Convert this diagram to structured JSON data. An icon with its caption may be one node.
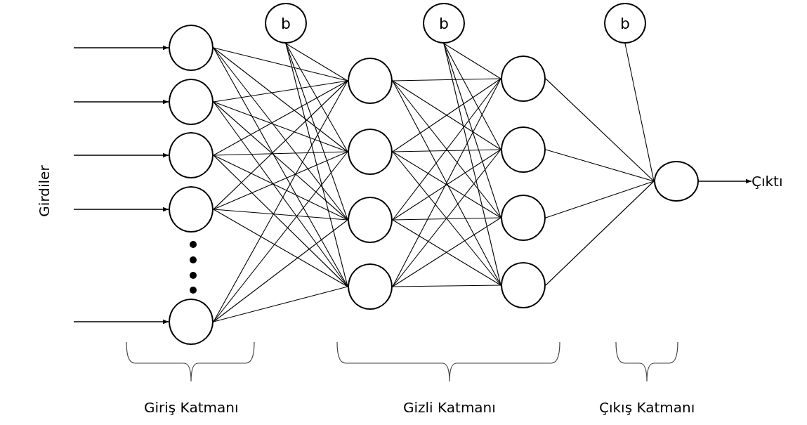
{
  "diagram": {
    "nodes": [
      {
        "text": [],
        "shape": "circle"
      },
      {
        "text": [],
        "shape": "circle"
      },
      {
        "text": [],
        "shape": "circle"
      },
      {
        "text": [],
        "shape": "circle"
      },
      {
        "text": [],
        "shape": "circle"
      },
      {
        "text": [
          "b"
        ]
      },
      {
        "text": [],
        "shape": "circle"
      },
      {
        "text": [],
        "shape": "circle"
      },
      {
        "text": [],
        "shape": "circle"
      },
      {
        "text": [],
        "shape": "circle"
      },
      {
        "text": [
          "b"
        ]
      },
      {
        "text": [],
        "shape": "circle"
      },
      {
        "text": [],
        "shape": "circle"
      },
      {
        "text": [],
        "shape": "circle"
      },
      {
        "text": [],
        "shape": "circle"
      },
      {
        "text": [
          "b"
        ]
      },
      {
        "text": [],
        "shape": "circle"
      },
      {
        "text": [
          "Çıktı"
        ]
      }
    ],
    "edges": [
      {
        "from": null,
        "to": 0,
        "arrow": "to"
      },
      {
        "from": null,
        "to": 1,
        "arrow": "to"
      },
      {
        "from": null,
        "to": 2,
        "arrow": "to"
      },
      {
        "from": null,
        "to": 3,
        "arrow": "to"
      },
      {
        "from": null,
        "to": 4,
        "arrow": "to"
      },
      {
        "from": 0,
        "to": 6,
        "arrow": "none"
      },
      {
        "from": 0,
        "to": 7,
        "arrow": "none"
      },
      {
        "from": 0,
        "to": 8,
        "arrow": "none"
      },
      {
        "from": 0,
        "to": 9,
        "arrow": "none"
      },
      {
        "from": 1,
        "to": 6,
        "arrow": "none"
      },
      {
        "from": 1,
        "to": 7,
        "arrow": "none"
      },
      {
        "from": 1,
        "to": 8,
        "arrow": "none"
      },
      {
        "from": 1,
        "to": 9,
        "arrow": "none"
      },
      {
        "from": 2,
        "to": 6,
        "arrow": "none"
      },
      {
        "from": 2,
        "to": 7,
        "arrow": "none"
      },
      {
        "from": 2,
        "to": 8,
        "arrow": "none"
      },
      {
        "from": 2,
        "to": 9,
        "arrow": "none"
      },
      {
        "from": 3,
        "to": 6,
        "arrow": "none"
      },
      {
        "from": 3,
        "to": 7,
        "arrow": "none"
      },
      {
        "from": 3,
        "to": 8,
        "arrow": "none"
      },
      {
        "from": 3,
        "to": 9,
        "arrow": "none"
      },
      {
        "from": 4,
        "to": 6,
        "arrow": "none"
      },
      {
        "from": 4,
        "to": 7,
        "arrow": "none"
      },
      {
        "from": 4,
        "to": 8,
        "arrow": "none"
      },
      {
        "from": 4,
        "to": 9,
        "arrow": "none"
      },
      {
        "from": 5,
        "to": 6,
        "arrow": "none"
      },
      {
        "from": 5,
        "to": 7,
        "arrow": "none"
      },
      {
        "from": 5,
        "to": 8,
        "arrow": "none"
      },
      {
        "from": 5,
        "to": 9,
        "arrow": "none"
      },
      {
        "from": 6,
        "to": 11,
        "arrow": "none"
      },
      {
        "from": 6,
        "to": 12,
        "arrow": "none"
      },
      {
        "from": 6,
        "to": 13,
        "arrow": "none"
      },
      {
        "from": 6,
        "to": 14,
        "arrow": "none"
      },
      {
        "from": 7,
        "to": 11,
        "arrow": "none"
      },
      {
        "from": 7,
        "to": 12,
        "arrow": "none"
      },
      {
        "from": 7,
        "to": 13,
        "arrow": "none"
      },
      {
        "from": 7,
        "to": 14,
        "arrow": "none"
      },
      {
        "from": 8,
        "to": 11,
        "arrow": "none"
      },
      {
        "from": 8,
        "to": 12,
        "arrow": "none"
      },
      {
        "from": 8,
        "to": 13,
        "arrow": "none"
      },
      {
        "from": 8,
        "to": 14,
        "arrow": "none"
      },
      {
        "from": 9,
        "to": 11,
        "arrow": "none"
      },
      {
        "from": 9,
        "to": 12,
        "arrow": "none"
      },
      {
        "from": 9,
        "to": 13,
        "arrow": "none"
      },
      {
        "from": 9,
        "to": 14,
        "arrow": "none"
      },
      {
        "from": 10,
        "to": 11,
        "arrow": "none"
      },
      {
        "from": 10,
        "to": 12,
        "arrow": "none"
      },
      {
        "from": 10,
        "to": 13,
        "arrow": "none"
      },
      {
        "from": 10,
        "to": 14,
        "arrow": "none"
      },
      {
        "from": 11,
        "to": 16,
        "arrow": "none"
      },
      {
        "from": 12,
        "to": 16,
        "arrow": "none"
      },
      {
        "from": 13,
        "to": 16,
        "arrow": "none"
      },
      {
        "from": 14,
        "to": 16,
        "arrow": "none"
      },
      {
        "from": 15,
        "to": 16,
        "arrow": "none"
      },
      {
        "from": 16,
        "to": 17,
        "arrow": "to"
      }
    ],
    "labels": [
      "Girdiler",
      "Giriş Katmanı",
      "Gizli Katmanı",
      "Çıkış Katmanı"
    ]
  }
}
